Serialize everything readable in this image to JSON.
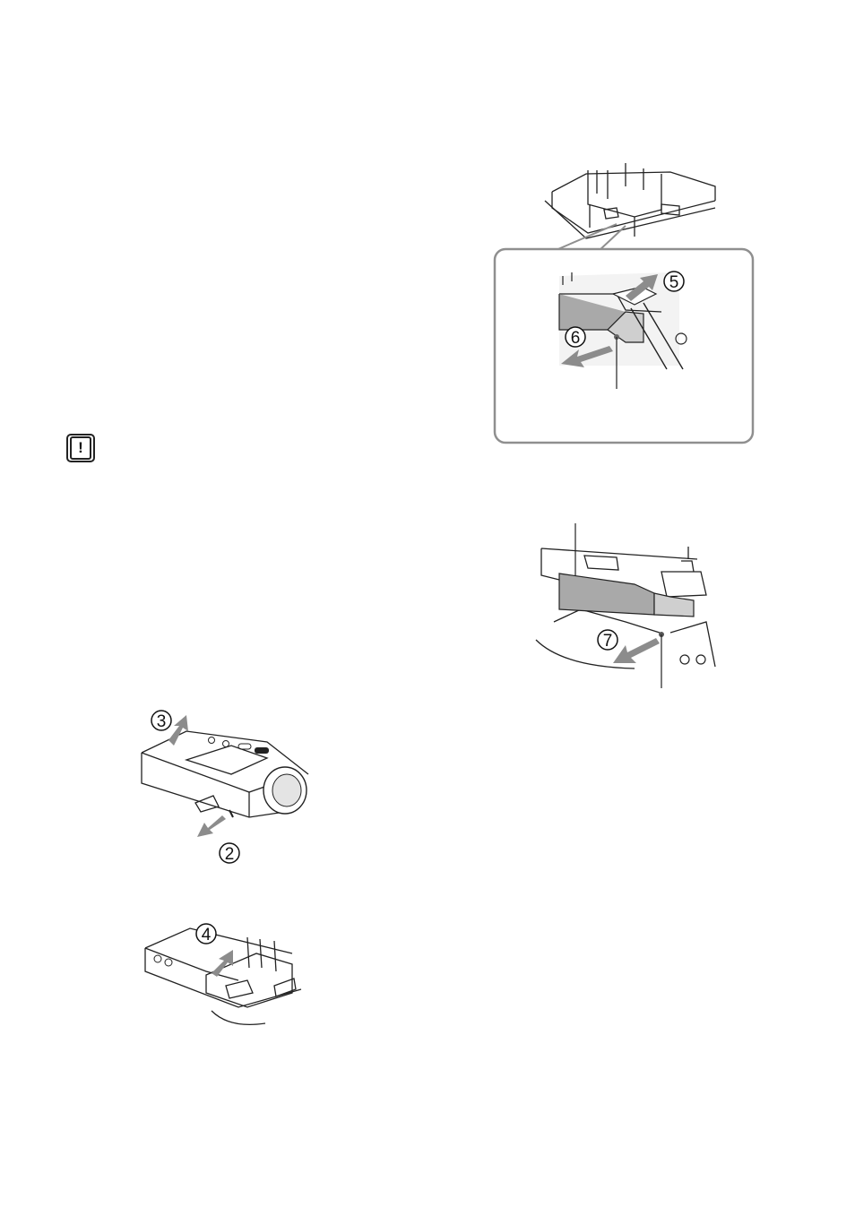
{
  "page": {
    "warning_icon_glyph": "!",
    "figures": {
      "unit_top_detail": {
        "name": "unit-top-detail-figure"
      },
      "callout": {
        "step_a": "5",
        "step_b": "6"
      },
      "flex_connector": {
        "step": "7"
      },
      "unit_slide": {
        "step_a": "3",
        "step_b": "2"
      },
      "unit_open": {
        "step": "4"
      }
    },
    "colors": {
      "line": "#222222",
      "arrow": "#8c8c8c",
      "tape": "#a9a9a9",
      "callout_border": "#8f8f8f"
    }
  }
}
